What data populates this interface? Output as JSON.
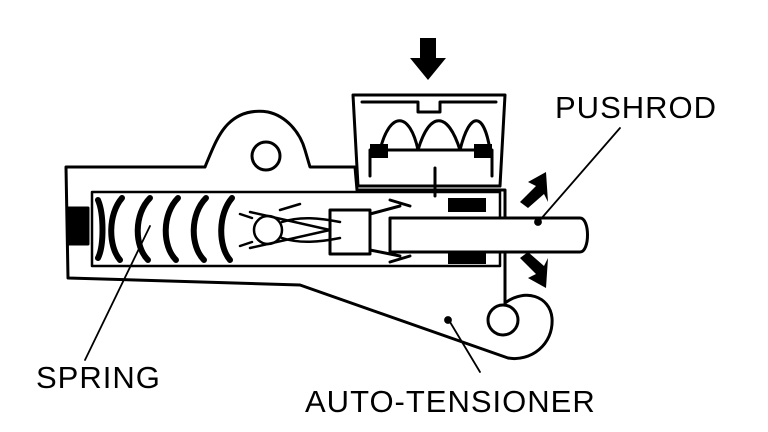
{
  "labels": {
    "pushrod": "PUSHROD",
    "spring": "SPRING",
    "auto_tensioner": "AUTO-TENSIONER"
  },
  "colors": {
    "ink": "#000000",
    "paper": "#ffffff"
  }
}
